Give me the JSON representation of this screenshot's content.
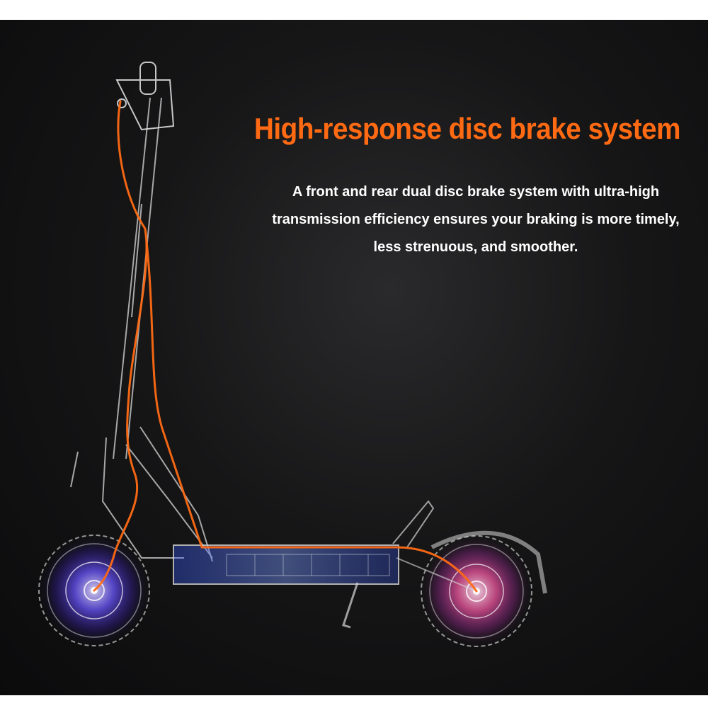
{
  "headline": "High-response disc brake system",
  "description": "A front and rear dual disc brake system with ultra-high transmission efficiency ensures your braking is more timely, less strenuous, and smoother.",
  "colors": {
    "background": "#121213",
    "headline": "#ff6a13",
    "description": "#ffffff",
    "brake_cable": "#ff6a13",
    "frame_lines": "#d8d8d8",
    "wheel_glow_front": "#5a4cff",
    "wheel_glow_rear": "#ff4fa0",
    "battery_glow": "#4a7bff"
  },
  "image": {
    "subject": "electric-scooter-xray-illustration",
    "icons": [
      "scooter-illustration",
      "brake-cable-line",
      "front-wheel-icon",
      "rear-wheel-icon",
      "battery-pack-icon",
      "handlebar-brake-lever-icon",
      "kickstand-icon",
      "rear-fender-icon"
    ]
  }
}
